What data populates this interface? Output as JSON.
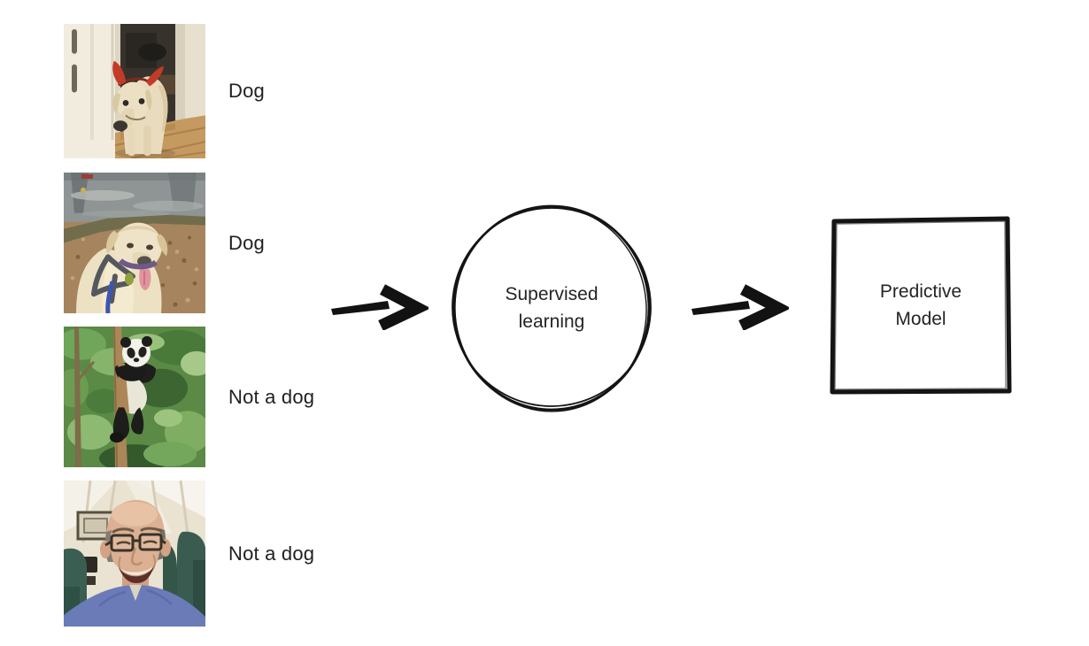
{
  "examples": [
    {
      "label": "Dog",
      "alt": "Cream dog wearing red devil horns standing indoors by a door on a wooden floor"
    },
    {
      "label": "Dog",
      "alt": "Cream Labrador in a grey harness with a blue leash sitting beside a lake"
    },
    {
      "label": "Not a dog",
      "alt": "Giant panda clinging to a tree trunk among green leaves"
    },
    {
      "label": "Not a dog",
      "alt": "Smiling bald man with glasses in a blue shirt sitting in a teal armchair"
    }
  ],
  "process_node": {
    "label": "Supervised learning"
  },
  "output_node": {
    "label": "Predictive Model"
  },
  "colors": {
    "ink": "#141414",
    "text": "#1f1f1f",
    "background": "#ffffff"
  }
}
